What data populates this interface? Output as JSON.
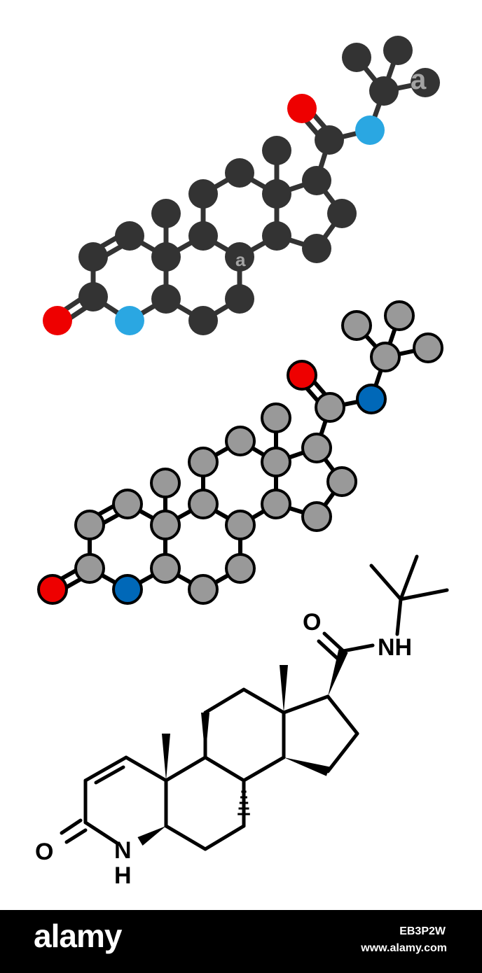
{
  "colors": {
    "carbon_dark": "#333333",
    "oxygen_red": "#ee0000",
    "nitrogen_light": "#2aa7e2",
    "carbon_grey": "#999999",
    "nitrogen_blue": "#0068b8",
    "bond": "#000000",
    "footer_bg": "#000000",
    "footer_text": "#ffffff"
  },
  "skeletal_labels": {
    "amide_o": "O",
    "amide_nh": "NH",
    "lactam_o": "O",
    "lactam_n": "N",
    "lactam_h": "H"
  },
  "footer": {
    "brand": "alamy",
    "image_code": "EB3P2W",
    "url": "www.alamy.com"
  },
  "watermark": "a"
}
